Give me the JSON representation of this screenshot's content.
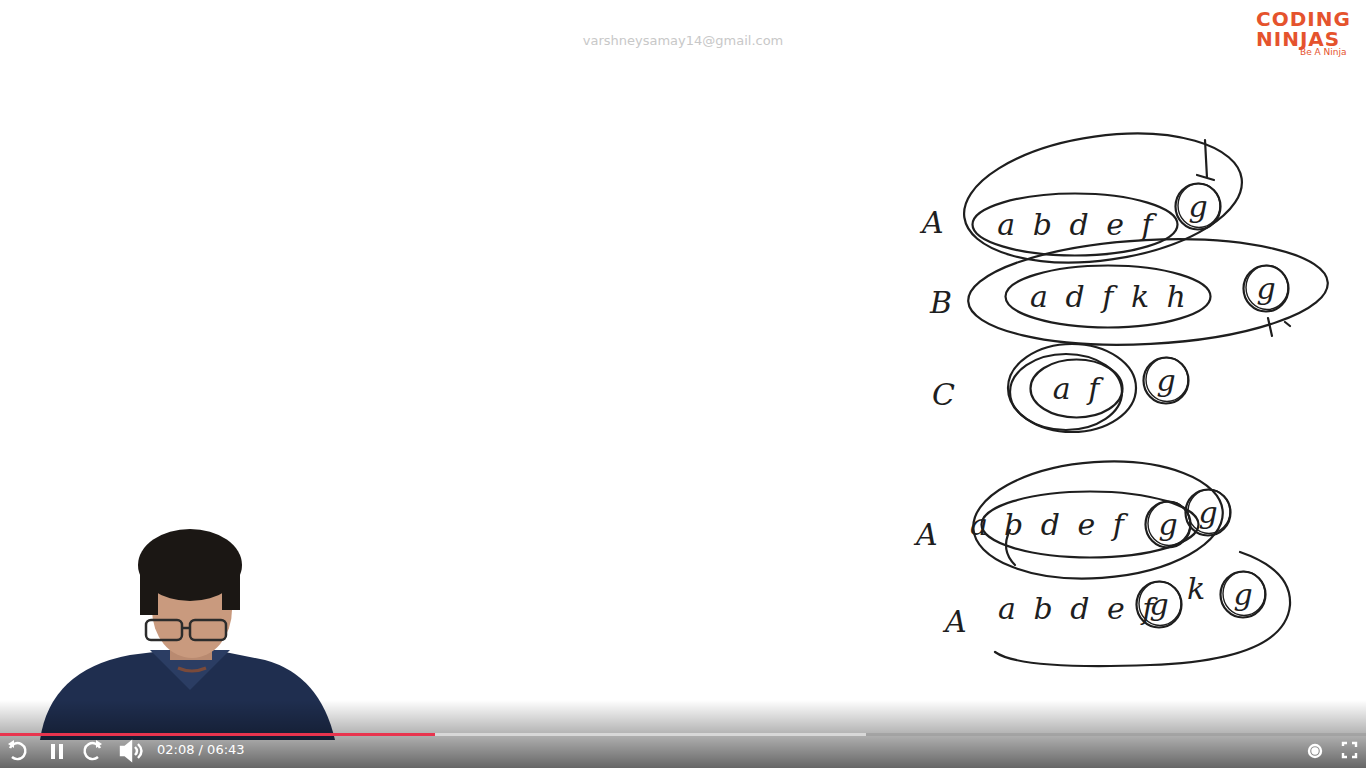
{
  "diagram": {
    "nodes": [
      {
        "text": [
          "a b d e f"
        ]
      },
      {
        "text": [
          "g"
        ]
      },
      {
        "text": [
          "a d f k h"
        ]
      },
      {
        "text": [
          "g"
        ]
      },
      {
        "text": [
          "a f"
        ]
      },
      {
        "text": [
          "g"
        ]
      },
      {
        "text": [
          "b d e f"
        ]
      },
      {
        "text": [
          "g"
        ],
        "in": 6
      },
      {
        "text": [
          "g"
        ]
      },
      {
        "text": [
          "g"
        ]
      },
      {
        "text": [
          "g"
        ]
      }
    ],
    "labels": [
      "varshneysamay14@gmail.com",
      "CODING",
      "NINJAS",
      "Be A Ninja",
      "A",
      "B",
      "C",
      "A",
      "a",
      "A",
      "a b d e f",
      "k",
      "02:08 / 06:43"
    ]
  }
}
